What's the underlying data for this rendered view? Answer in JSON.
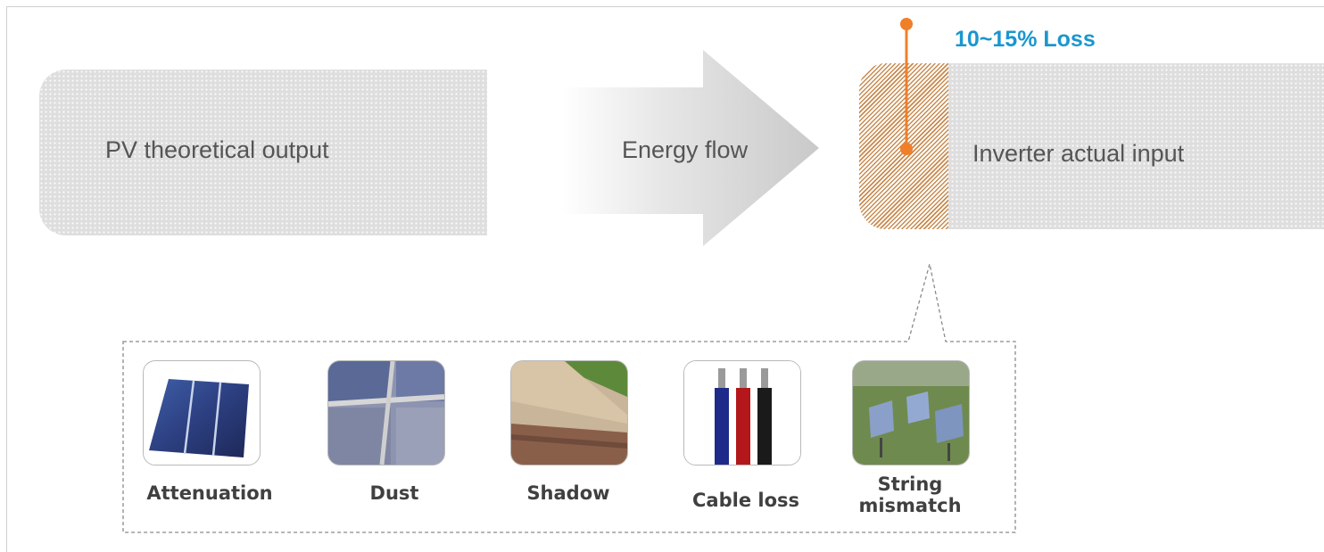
{
  "diagram": {
    "source_box": {
      "label": "PV theoretical output"
    },
    "flow_arrow": {
      "label": "Energy flow"
    },
    "target_box": {
      "label": "Inverter actual input"
    },
    "loss": {
      "label": "10~15% Loss",
      "color": "#1b96cf",
      "marker_color": "#f07f2a"
    },
    "factors": [
      {
        "caption": "Attenuation",
        "icon": "solar-cell-icon"
      },
      {
        "caption": "Dust",
        "icon": "dusty-panel-icon"
      },
      {
        "caption": "Shadow",
        "icon": "shaded-panel-icon"
      },
      {
        "caption": "Cable loss",
        "icon": "cables-icon"
      },
      {
        "caption_line1": "String",
        "caption_line2": "mismatch",
        "icon": "panel-array-icon"
      }
    ]
  }
}
